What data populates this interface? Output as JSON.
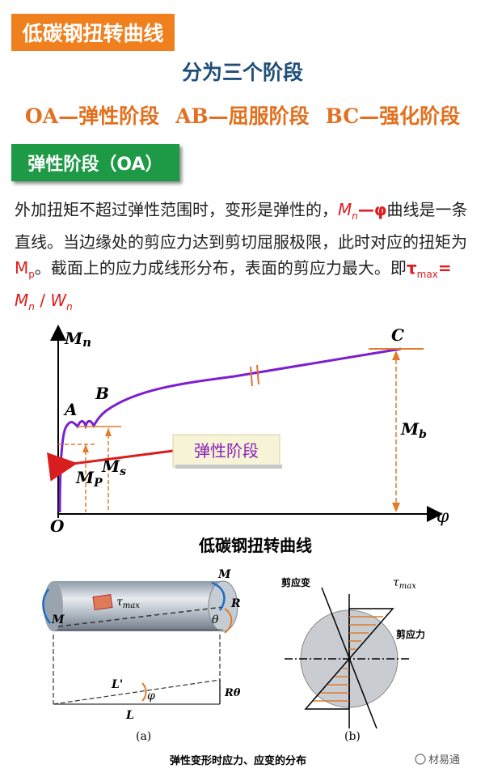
{
  "title": "低碳钢扭转曲线",
  "subtitle": "分为三个阶段",
  "stages": [
    "OA—弹性阶段",
    "AB—屈服阶段",
    "BC—强化阶段"
  ],
  "section_title": "弹性阶段（OA）",
  "paragraph": {
    "part1": "外加扭矩不超过弹性范围时，变形是弹性的，",
    "formula1_m": "M",
    "formula1_sub": "n",
    "formula1_rest": "—φ",
    "part2": "曲线是一条直线。当边缘处的剪应力达到剪切屈服极限，此时对应的扭矩为",
    "mp_m": "M",
    "mp_sub": "p",
    "part3": "。截面上的应力成线形分布，表面的剪应力最大。即",
    "tau": "τ",
    "tau_sub": "max",
    "eq": "= ",
    "mn_m": "M",
    "mn_sub": "n",
    "slash": " / ",
    "wn_w": "W",
    "wn_sub": "n"
  },
  "graph": {
    "axis_y": "M",
    "axis_y_sub": "n",
    "axis_x": "φ",
    "origin": "O",
    "point_a": "A",
    "point_b": "B",
    "point_c": "C",
    "mp": "M",
    "mp_sub": "P",
    "ms": "M",
    "ms_sub": "s",
    "mb": "M",
    "mb_sub": "b",
    "callout": "弹性阶段",
    "caption": "低碳钢扭转曲线"
  },
  "diagram": {
    "label_M_top": "M",
    "label_M_left": "M",
    "label_tau": "τ",
    "label_tau_sub": "max",
    "label_R": "R",
    "label_theta": "θ",
    "label_Lprime": "L'",
    "label_L": "L",
    "label_phi": "φ",
    "label_Rtheta": "Rθ",
    "label_a": "(a)",
    "label_b": "(b)",
    "label_shear_strain": "剪应变",
    "label_tau_b": "τ",
    "label_tau_b_sub": "max",
    "label_shear_stress": "剪应力",
    "caption": "弹性变形时应力、应变的分布"
  },
  "watermark": "材易通"
}
